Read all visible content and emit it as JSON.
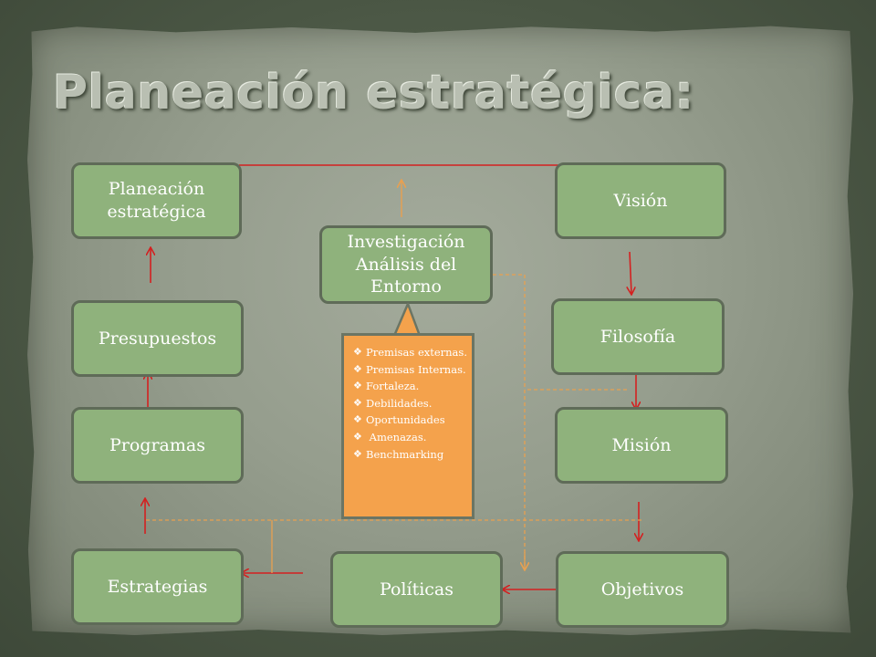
{
  "title": "Planeación estratégica:",
  "nodes": {
    "planeacion": "Planeación estratégica",
    "presupuestos": "Presupuestos",
    "programas": "Programas",
    "estrategias": "Estrategias",
    "investigacion": "Investigación Análisis del Entorno",
    "politicas": "Políticas",
    "vision": "Visión",
    "filosofia": "Filosofía",
    "mision": "Misión",
    "objetivos": "Objetivos"
  },
  "callout": {
    "bullet_icon": "diamond-bullet",
    "items": [
      "Premisas externas.",
      "Premisas Internas.",
      "Fortaleza.",
      "Debilidades.",
      "Oportunidades",
      " Amenazas.",
      "Benchmarking"
    ]
  },
  "colors": {
    "box": "#8fb27c",
    "callout": "#f4a24c",
    "arrow_red": "#d42020",
    "dashed_orange": "#e8a050"
  }
}
